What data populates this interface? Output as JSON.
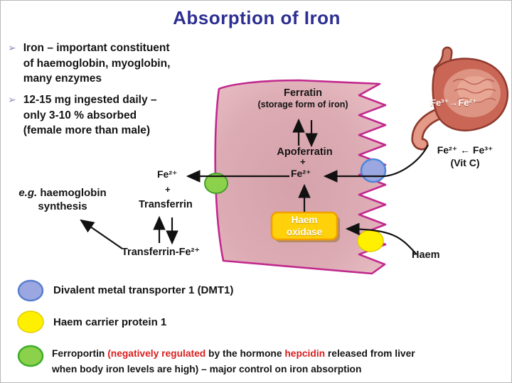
{
  "title": "Absorption of Iron",
  "bullets": [
    "Iron – important constituent\nof haemoglobin, myoglobin,\nmany enzymes",
    "12-15 mg ingested daily –\nonly 3-10 % absorbed\n(female more than male)"
  ],
  "cell": {
    "ferratin": "Ferratin",
    "ferratin_note": "(storage form of iron)",
    "apoferratin": "Apoferratin",
    "plus": "+",
    "fe2": "Fe²⁺",
    "haem_oxidase": "Haem\noxidase"
  },
  "outside": {
    "stomach_conversion": "Fe³⁺→Fe²⁺",
    "vitc": "Fe²⁺ ← Fe³⁺\n(Vit C)",
    "haem": "Haem",
    "fe2": "Fe²⁺",
    "plus": "+",
    "transferrin": "Transferrin",
    "transferrin_fe2": "Transferrin-Fe²⁺",
    "eg_italic": "e.g.",
    "eg_text": " haemoglobin",
    "eg_line2": "synthesis"
  },
  "legend": {
    "dmt1": "Divalent metal transporter 1 (DMT1)",
    "hcp1": "Haem carrier protein 1",
    "ferroportin_line1": [
      {
        "text": "Ferroportin ",
        "style": "black"
      },
      {
        "text": "(negatively regulated",
        "style": "red"
      },
      {
        "text": " by the hormone ",
        "style": "black"
      },
      {
        "text": "hepcidin",
        "style": "red"
      },
      {
        "text": " released from liver",
        "style": "black"
      }
    ],
    "ferroportin_line2": "when body iron levels are high) – major control on iron absorption"
  },
  "colors": {
    "title": "#2d2f92",
    "accent_red": "#d91e1e",
    "cell_border": "#c2298e",
    "cell_fill": "#ddadb4",
    "dmt1_fill": "#9aa7e0",
    "hcp1_fill": "#fff000",
    "ferroportin_fill": "#8bd14b",
    "haem_oxidase_fill": "#ffd10a"
  }
}
